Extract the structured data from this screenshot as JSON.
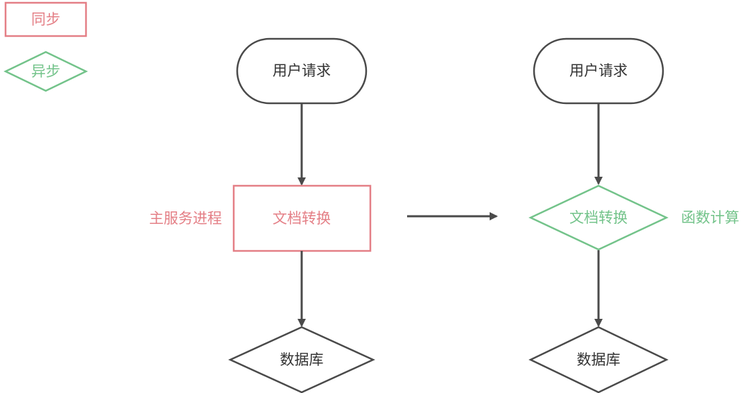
{
  "colors": {
    "sync": "#e47f86",
    "async": "#73c38a",
    "neutral": "#4a4a4a",
    "text": "#333333"
  },
  "legend": {
    "sync_label": "同步",
    "async_label": "异步"
  },
  "left_flow": {
    "request_label": "用户请求",
    "convert_label": "文档转换",
    "side_label": "主服务进程",
    "database_label": "数据库"
  },
  "right_flow": {
    "request_label": "用户请求",
    "convert_label": "文档转换",
    "side_label": "函数计算",
    "database_label": "数据库"
  }
}
